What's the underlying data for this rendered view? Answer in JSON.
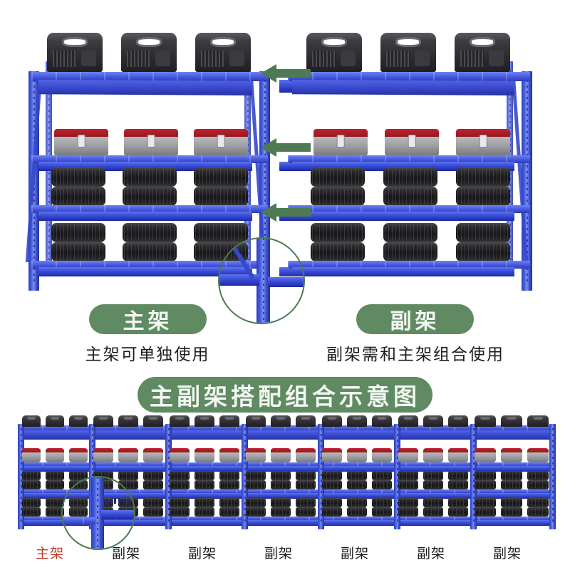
{
  "page": {
    "colors": {
      "rack_blue": "#3547cc",
      "rack_blue_light": "#6d82ef",
      "green_accent": "#5f8a62",
      "arrow_green": "#4d7a52",
      "toolbox_red": "#a61d26",
      "highlight_red": "#c0392b",
      "background": "#ffffff"
    }
  },
  "top_section": {
    "main_rack": {
      "label_pill": "主架",
      "caption": "主架可单独使用",
      "shelf_count": 4,
      "goods": {
        "shelf_1": "black-tool-case",
        "shelf_1_count": 3,
        "shelf_2": "red-gray-toolbox",
        "shelf_2_count": 3,
        "shelf_3": "tire-stack",
        "shelf_3_count": 3,
        "shelf_4": "tire-stack",
        "shelf_4_count": 3
      }
    },
    "sub_rack": {
      "label_pill": "副架",
      "caption": "副架需和主架组合使用",
      "shelf_count": 4,
      "goods": {
        "shelf_1": "black-tool-case",
        "shelf_1_count": 3,
        "shelf_2": "red-gray-toolbox",
        "shelf_2_count": 3,
        "shelf_3": "tire-stack",
        "shelf_3_count": 3,
        "shelf_4": "tire-stack",
        "shelf_4_count": 3
      }
    },
    "arrows": [
      {
        "name": "arrow-beam-top",
        "direction": "left"
      },
      {
        "name": "arrow-beam-middle",
        "direction": "left"
      },
      {
        "name": "arrow-beam-lower",
        "direction": "left"
      }
    ],
    "detail_circle": "shared-upright-connection-detail"
  },
  "bottom_section": {
    "banner": "主副架搭配组合示意图",
    "detail_circle": "beam-connector-detail",
    "bay_labels": [
      {
        "text": "主架",
        "color": "#c0392b"
      },
      {
        "text": "副架",
        "color": "#1d1d1d"
      },
      {
        "text": "副架",
        "color": "#1d1d1d"
      },
      {
        "text": "副架",
        "color": "#1d1d1d"
      },
      {
        "text": "副架",
        "color": "#1d1d1d"
      },
      {
        "text": "副架",
        "color": "#1d1d1d"
      },
      {
        "text": "副架",
        "color": "#1d1d1d"
      }
    ],
    "bay_count": 7,
    "levels_per_bay": 4,
    "goods_per_level": [
      "black-tool-case",
      "red-gray-toolbox",
      "tire-stack",
      "tire-stack"
    ]
  }
}
